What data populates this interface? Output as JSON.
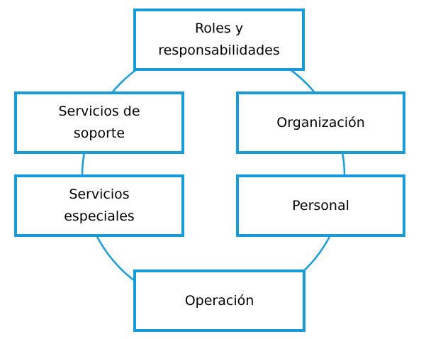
{
  "diagram": {
    "type": "cycle",
    "accent_color": "#189BD7",
    "text_color": "#000000",
    "background_color": "#FFFFFF",
    "nodes": [
      {
        "id": "roles-y-responsabilidades",
        "label": "Roles y responsabilidades",
        "lines": [
          "Roles y",
          "responsabilidades"
        ]
      },
      {
        "id": "servicios-de-soporte",
        "label": "Servicios de soporte",
        "lines": [
          "Servicios de",
          "soporte"
        ]
      },
      {
        "id": "organizacion",
        "label": "Organización",
        "lines": [
          "Organización"
        ]
      },
      {
        "id": "servicios-especiales",
        "label": "Servicios especiales",
        "lines": [
          "Servicios",
          "especiales"
        ]
      },
      {
        "id": "personal",
        "label": "Personal",
        "lines": [
          "Personal"
        ]
      },
      {
        "id": "operacion",
        "label": "Operación",
        "lines": [
          "Operación"
        ]
      }
    ]
  }
}
